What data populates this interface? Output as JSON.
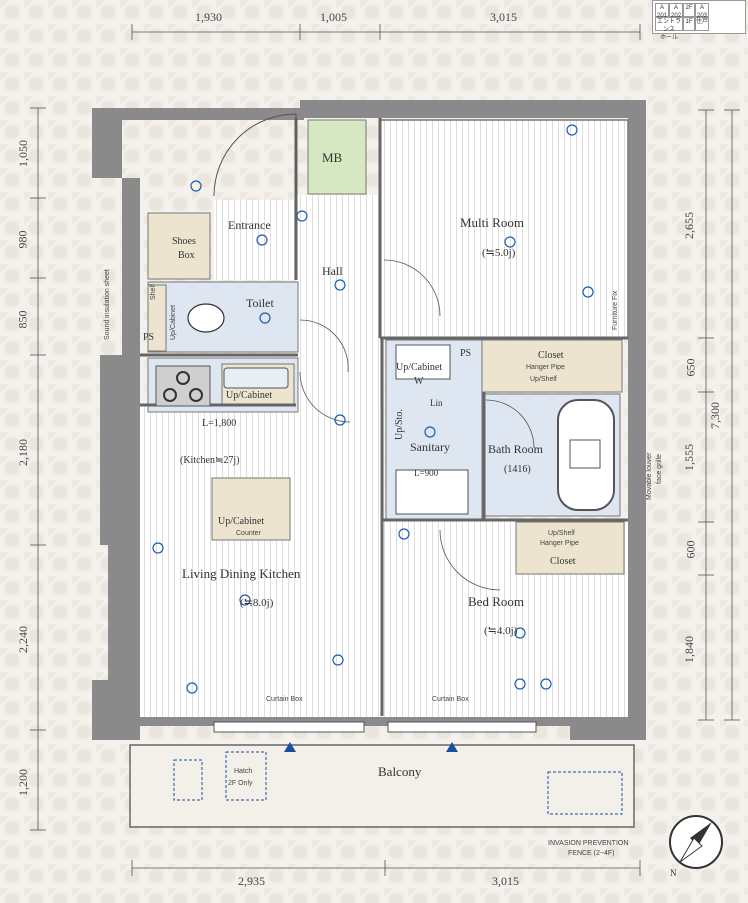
{
  "dimensions": {
    "top": [
      "1,930",
      "1,005",
      "3,015"
    ],
    "bottom": [
      "2,935",
      "3,015"
    ],
    "left": [
      "1,050",
      "980",
      "850",
      "2,180",
      "2,240",
      "1,200"
    ],
    "right": [
      "2,655",
      "650",
      "1,555",
      "600",
      "1,840"
    ],
    "right_total": "7,300"
  },
  "rooms": {
    "multi_room": "Multi Room",
    "multi_room_size": "(≒5.0j)",
    "living": "Living Dining Kitchen",
    "living_size": "(≒8.0j)",
    "bed_room": "Bed  Room",
    "bed_room_size": "(≒4.0j)",
    "bath_room": "Bath Room",
    "bath_room_size": "(1416)",
    "sanitary": "Sanitary",
    "toilet": "Toilet",
    "hall": "Hall",
    "entrance": "Entrance",
    "balcony": "Balcony",
    "kitchen": "(Kitchen≒27j)"
  },
  "labels": {
    "mb": "MB",
    "shoes_box_1": "Shoes",
    "shoes_box_2": "Box",
    "ps_1": "PS",
    "ps_2": "PS",
    "closet_1": "Closet",
    "closet_1_sub": "Hanger Pipe",
    "closet_1_sub2": "Up/Shelf",
    "closet_2": "Closet",
    "closet_2_sub": "Up/Shelf",
    "closet_2_sub2": "Hanger Pipe",
    "up_cabinet_kitchen": "Up/Cabinet",
    "up_cabinet_counter": "Up/Cabinet",
    "counter": "Counter",
    "up_cabinet_sanitary": "Up/Cabinet",
    "w": "W",
    "up_sto": "Up/Sto.",
    "l_900": "L=900",
    "l_1800": "L=1,800",
    "shelf": "Shelf",
    "up_cabinet_toilet": "Up/Cabinet",
    "lin": "Lin",
    "curtain_box_1": "Curtain Box",
    "curtain_box_2": "Curtain Box",
    "sound_insulation": "Sound insulation sheet",
    "furniture_fix": "Furniture Fix",
    "movable_louver": "Movable louver",
    "face_grille": "face grille",
    "hatch_1": "Hatch",
    "hatch_2": "2F Only",
    "invasion_1": "INVASION PREVENTION",
    "invasion_2": "FENCE (2~4F)",
    "compass_n": "N"
  },
  "legend": {
    "r1": [
      "A",
      "A",
      "2F",
      "A"
    ],
    "r1b": [
      "201",
      "202",
      "",
      "203"
    ],
    "r2": [
      "エントランス",
      "1F",
      "住戸"
    ],
    "r2b": [
      "ホール"
    ]
  },
  "colors": {
    "wall": "#8a8a8a",
    "floor_wood": "#ffffff",
    "wet_area": "#dde6f1",
    "storage": "#ede4d0",
    "mb": "#d6e8c2",
    "outlet_blue": "#1f5fa8",
    "marker_blue": "#1a4fa0"
  }
}
